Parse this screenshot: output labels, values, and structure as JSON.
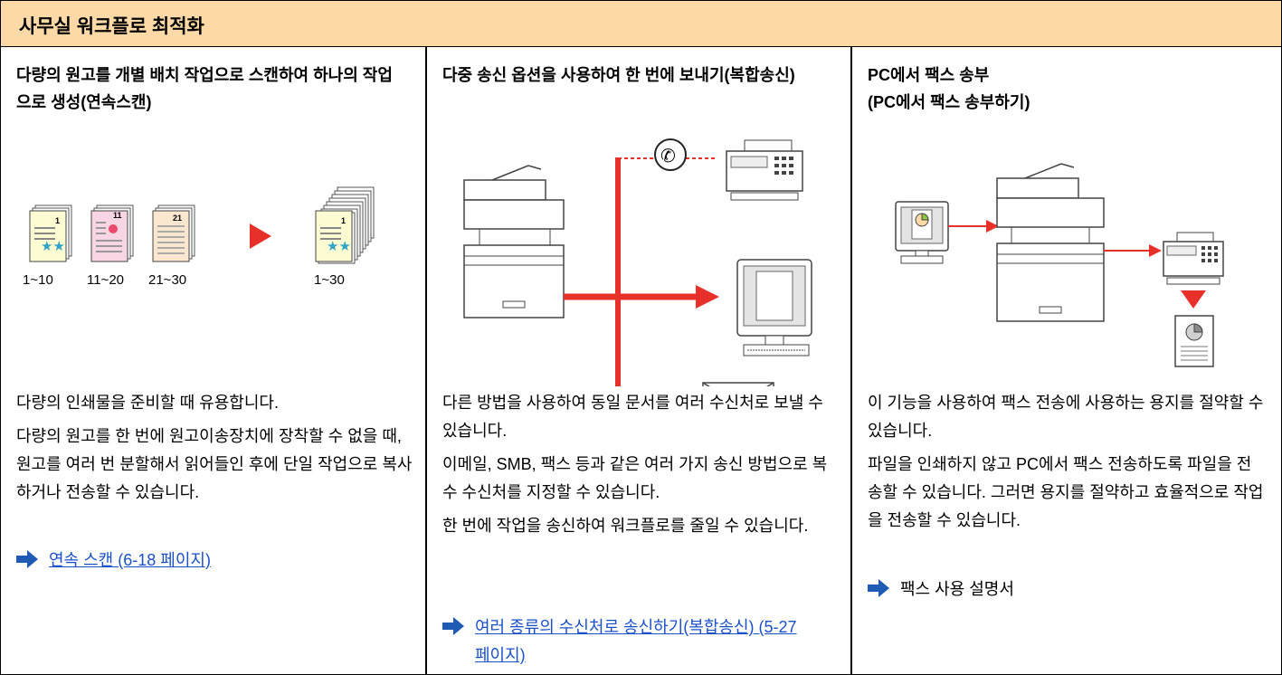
{
  "banner": {
    "title": "사무실 워크플로 최적화"
  },
  "columns": [
    {
      "title": "다량의 원고를 개별 배치 작업으로 스캔하여 하나의 작업으로 생성(연속스캔)",
      "illustration": {
        "page_numbers": [
          "1",
          "11",
          "21",
          "1"
        ],
        "ranges": [
          "1~10",
          "11~20",
          "21~30",
          "1~30"
        ],
        "colors": {
          "page_yellow": "#fdfbd2",
          "page_pink": "#f7d5e4",
          "page_peach": "#fbe6cf",
          "arrow_red": "#e8302a"
        }
      },
      "paragraphs": [
        "다량의 인쇄물을 준비할 때 유용합니다.",
        "다량의 원고를 한 번에 원고이송장치에 장착할 수 없을 때, 원고를 여러 번 분할해서 읽어들인 후에 단일 작업으로 복사하거나 전송할 수 있습니다."
      ],
      "link": "연속 스캔 (6-18 페이지)"
    },
    {
      "title": "다중 송신 옵션을 사용하여 한 번에 보내기(복합송신)",
      "paragraphs": [
        "다른 방법을 사용하여 동일 문서를 여러 수신처로 보낼 수 있습니다.",
        "이메일, SMB, 팩스 등과 같은 여러 가지 송신 방법으로 복수 수신처를 지정할 수 있습니다.",
        "한 번에 작업을 송신하여 워크플로를 줄일 수 있습니다."
      ],
      "link": "여러 종류의 수신처로 송신하기(복합송신) (5-27 페이지)"
    },
    {
      "title_line1": "PC에서 팩스 송부",
      "title_line2": "(PC에서 팩스 송부하기)",
      "paragraphs": [
        "이 기능을 사용하여 팩스 전송에 사용하는 용지를 절약할 수 있습니다.",
        "파일을 인쇄하지 않고 PC에서 팩스 전송하도록 파일을 전송할 수 있습니다. 그러면 용지를 절약하고 효율적으로 작업을 전송할 수 있습니다."
      ],
      "link_text": "팩스 사용 설명서"
    }
  ],
  "colors": {
    "banner_bg": "#fcd9a6",
    "link": "#1a50c8",
    "arrow_icon": "#1f5ab4",
    "accent_red": "#e8302a"
  }
}
